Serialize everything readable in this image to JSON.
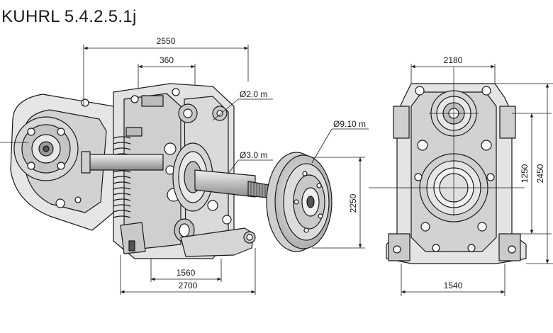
{
  "title": "KUHRL 5.4.2.5.1j",
  "dimensions": {
    "d2550": "2550",
    "d360": "360",
    "d2_0": "Ø2.0 m",
    "d9_10": "Ø9.10 m",
    "d3_0": "Ø3.0 m",
    "d2250": "2250",
    "d1560": "1560",
    "d2700": "2700",
    "d2180": "2180",
    "d1250": "1250",
    "d2450": "2450",
    "d1540": "1540"
  },
  "colors": {
    "line": "#1a1a1a",
    "metal_light": "#e4e4e4",
    "metal_mid": "#c6c6c6",
    "metal_dark": "#8e8e8e"
  }
}
